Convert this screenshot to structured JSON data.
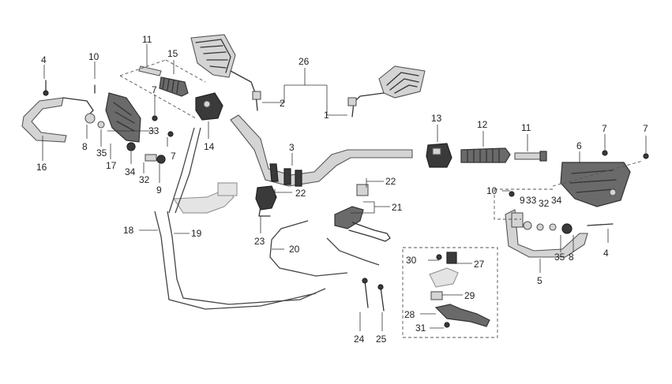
{
  "labels": {
    "p1": "1",
    "p2": "2",
    "p3": "3",
    "p4_left": "4",
    "p4_right": "4",
    "p5": "5",
    "p6": "6",
    "p7_left_a": "7",
    "p7_left_b": "7",
    "p7_right_a": "7",
    "p7_right_b": "7",
    "p8_left": "8",
    "p8_right": "8",
    "p9_left": "9",
    "p9_right": "9",
    "p10_left": "10",
    "p10_right": "10",
    "p11_left": "11",
    "p11_right": "11",
    "p12": "12",
    "p13": "13",
    "p14": "14",
    "p15": "15",
    "p16": "16",
    "p17": "17",
    "p18": "18",
    "p19": "19",
    "p20": "20",
    "p21": "21",
    "p22_left": "22",
    "p22_right": "22",
    "p23": "23",
    "p24": "24",
    "p25": "25",
    "p26": "26",
    "p27": "27",
    "p28": "28",
    "p29": "29",
    "p30": "30",
    "p31": "31",
    "p32_left": "32",
    "p32_right": "32",
    "p33_left": "33",
    "p33_right": "33",
    "p34_left": "34",
    "p34_right": "34",
    "p35_left": "35",
    "p35_right": "35"
  }
}
